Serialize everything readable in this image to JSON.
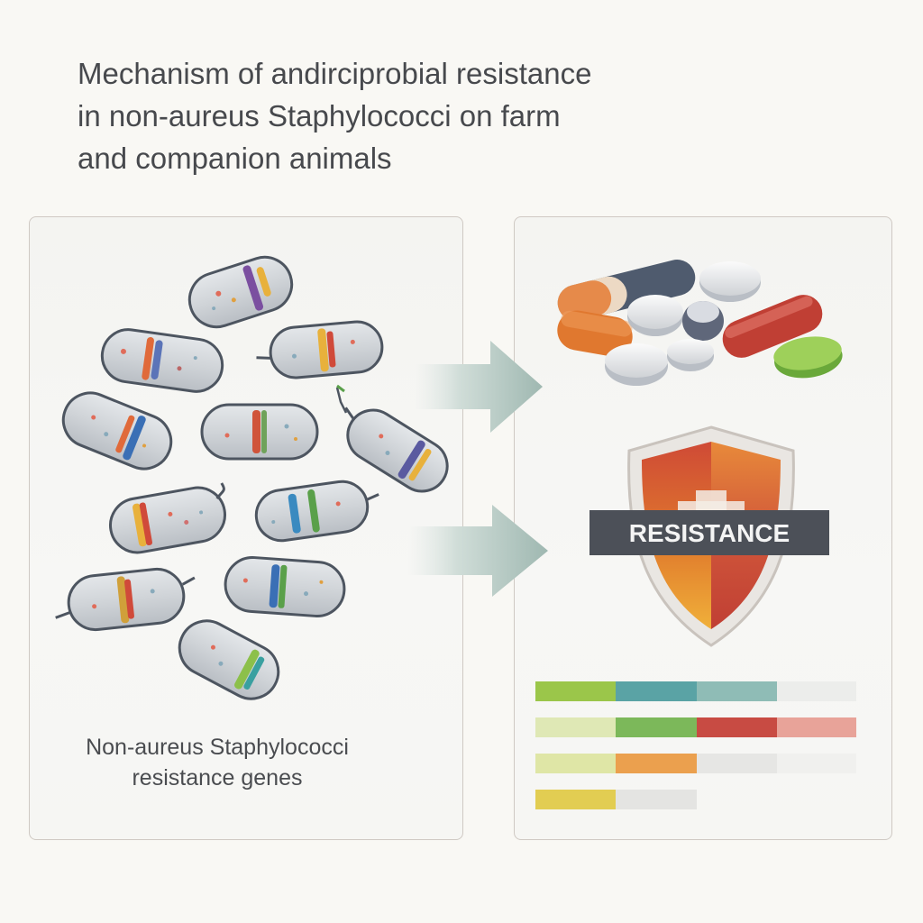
{
  "title": {
    "line1": "Mechanism of andirciprobial resistance",
    "line2": "in non-aureus Staphylococci on farm",
    "line3": "and companion animals"
  },
  "left_panel": {
    "caption_line1": "Non-aureus Staphylococci",
    "caption_line2": "resistance genes"
  },
  "right_panel": {
    "shield_label": "RESISTANCE"
  },
  "icons": [
    "bacteria-icon",
    "arrow-right-icon",
    "pill-icon",
    "shield-icon"
  ],
  "bars": [
    {
      "colors": [
        "#9bc64a",
        "#5aa3a5",
        "#8fbcb6",
        "#ecedeb"
      ]
    },
    {
      "colors": [
        "#dfe8b5",
        "#7cb85a",
        "#c84b43",
        "#e8a399"
      ]
    },
    {
      "colors": [
        "#dfe6a6",
        "#eba04e",
        "#e6e6e4",
        "#f0f0ee"
      ]
    },
    {
      "colors": [
        "#e2cd52",
        "#e4e4e2"
      ]
    }
  ]
}
